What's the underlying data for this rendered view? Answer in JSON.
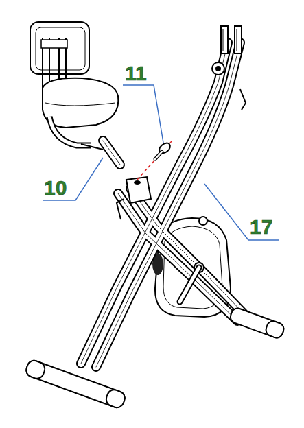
{
  "diagram": {
    "labels": [
      "11",
      "10",
      "17"
    ]
  }
}
